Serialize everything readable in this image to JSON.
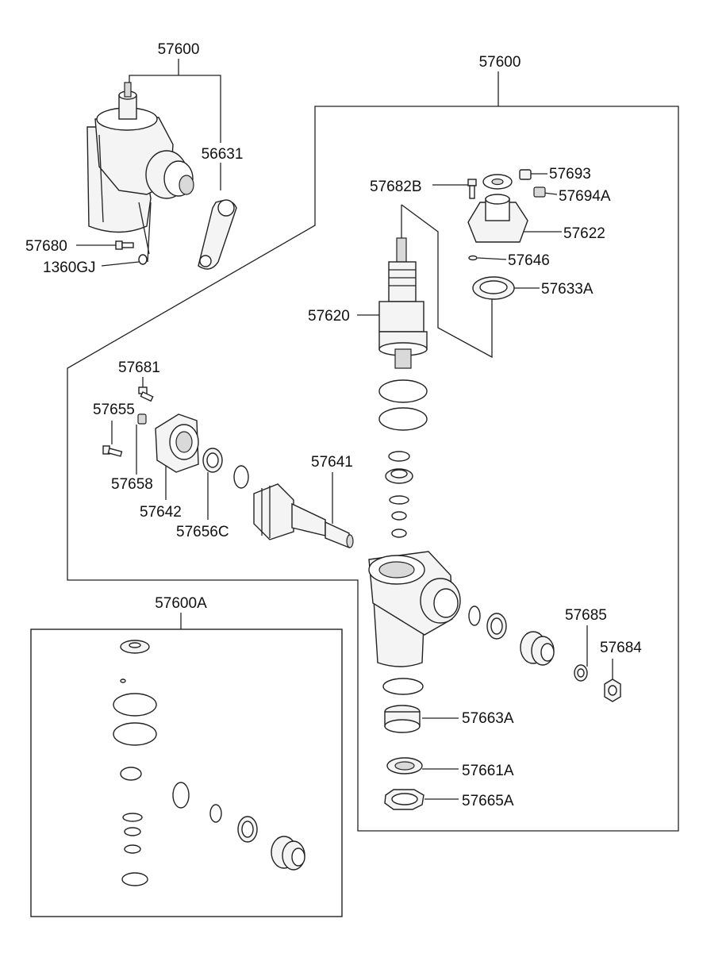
{
  "diagram": {
    "labels": {
      "assy_left": "57600",
      "assy_right": "57600",
      "pitman_arm": "56631",
      "bolt_57680": "57680",
      "washer_1360gj": "1360GJ",
      "bolt_57682b": "57682B",
      "plug_57693": "57693",
      "nut_57694a": "57694A",
      "cover_57622": "57622",
      "oring_57646": "57646",
      "seal_57633a": "57633A",
      "valve_57620": "57620",
      "bolt_57681": "57681",
      "bolt_57655": "57655",
      "nut_57658": "57658",
      "cover_57642": "57642",
      "seal_57656c": "57656C",
      "sector_57641": "57641",
      "kit_57600a": "57600A",
      "washer_57685": "57685",
      "nut_57684": "57684",
      "seal_57663a": "57663A",
      "bearing_57661a": "57661A",
      "ring_57665a": "57665A"
    }
  }
}
